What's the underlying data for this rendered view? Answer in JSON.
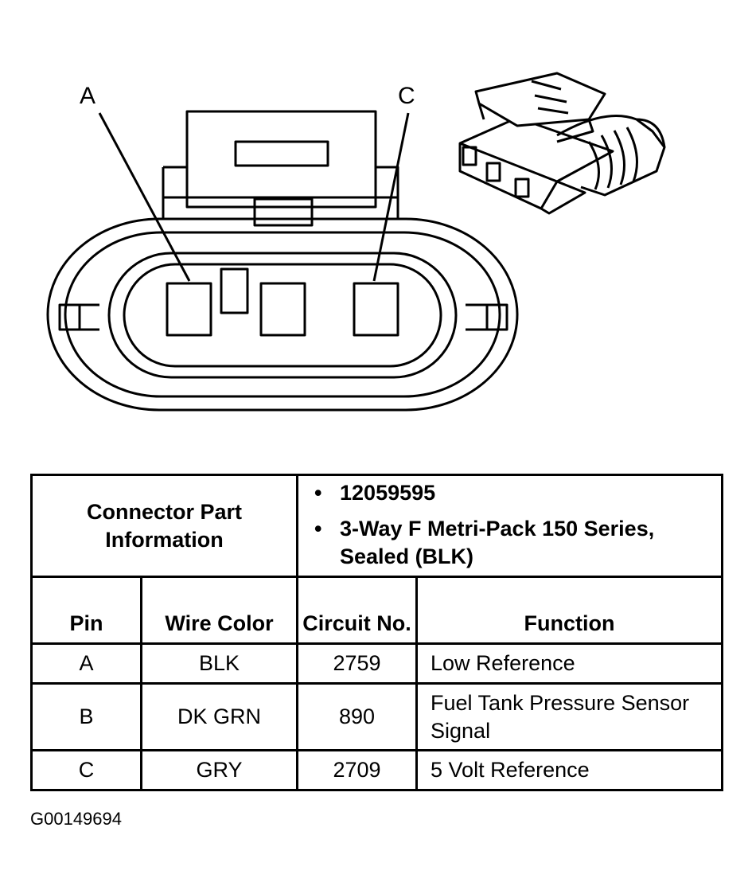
{
  "diagram": {
    "label_a": "A",
    "label_c": "C",
    "image_id": "G00149694"
  },
  "table": {
    "part_header": "Connector Part Information",
    "part_info": [
      "12059595",
      "3-Way F Metri-Pack 150 Series, Sealed (BLK)"
    ],
    "columns": [
      "Pin",
      "Wire Color",
      "Circuit No.",
      "Function"
    ],
    "rows": [
      {
        "pin": "A",
        "color": "BLK",
        "circuit": "2759",
        "function": "Low Reference"
      },
      {
        "pin": "B",
        "color": "DK GRN",
        "circuit": "890",
        "function": "Fuel Tank Pressure Sensor Signal"
      },
      {
        "pin": "C",
        "color": "GRY",
        "circuit": "2709",
        "function": "5 Volt Reference"
      }
    ]
  }
}
